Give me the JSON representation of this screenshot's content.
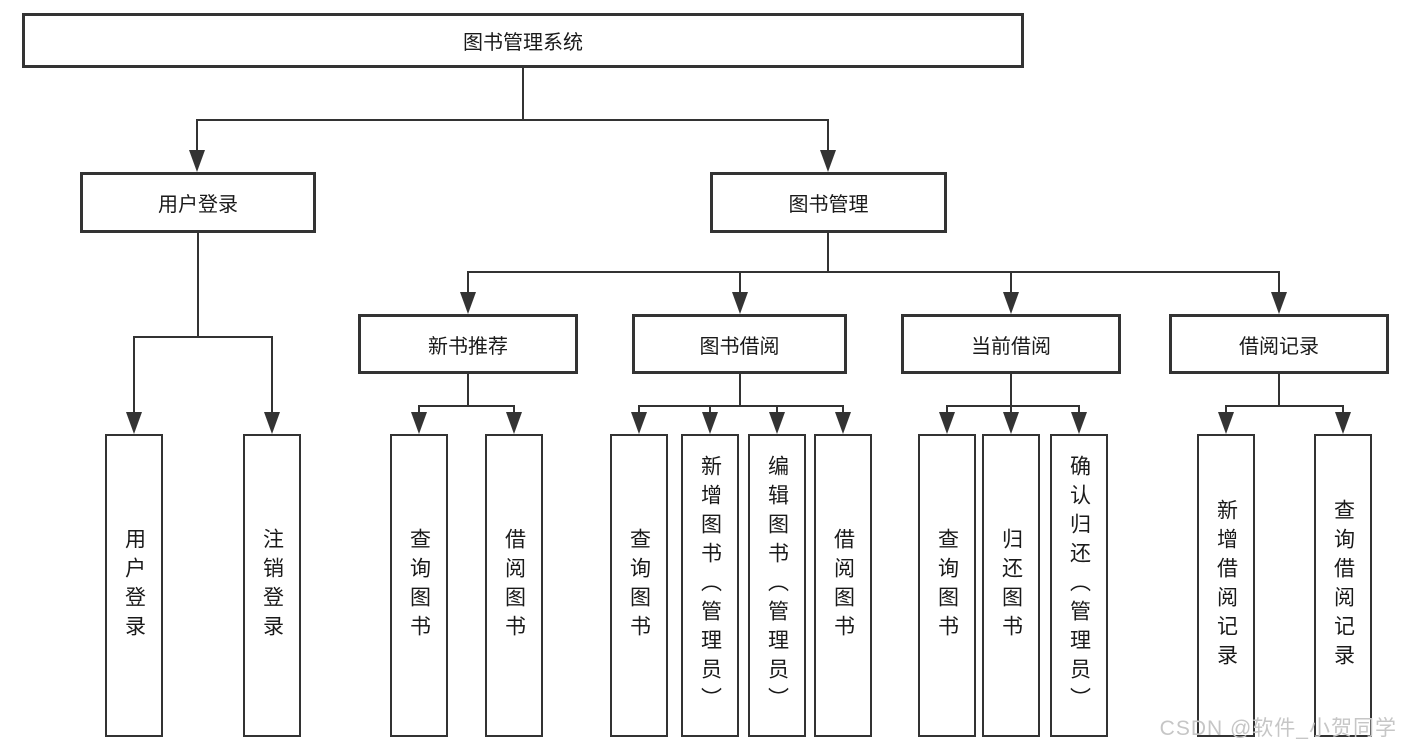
{
  "diagram": {
    "root": {
      "label": "图书管理系统"
    },
    "level2": [
      {
        "label": "用户登录"
      },
      {
        "label": "图书管理"
      }
    ],
    "level3": [
      {
        "label": "新书推荐"
      },
      {
        "label": "图书借阅"
      },
      {
        "label": "当前借阅"
      },
      {
        "label": "借阅记录"
      }
    ],
    "leaves": {
      "user_login": [
        {
          "label": "用户登录"
        },
        {
          "label": "注销登录"
        }
      ],
      "new_book": [
        {
          "label": "查询图书"
        },
        {
          "label": "借阅图书"
        }
      ],
      "borrow": [
        {
          "label": "查询图书"
        },
        {
          "label": "新增图书（管理员）"
        },
        {
          "label": "编辑图书（管理员）"
        },
        {
          "label": "借阅图书"
        }
      ],
      "current": [
        {
          "label": "查询图书"
        },
        {
          "label": "归还图书"
        },
        {
          "label": "确认归还（管理员）"
        }
      ],
      "records": [
        {
          "label": "新增借阅记录"
        },
        {
          "label": "查询借阅记录"
        }
      ]
    }
  },
  "watermark": {
    "text": "CSDN @软件_小贺同学"
  },
  "colors": {
    "line": "#333333",
    "text": "#1a1a1a",
    "background": "#ffffff",
    "watermark": "#c6c6c6"
  }
}
